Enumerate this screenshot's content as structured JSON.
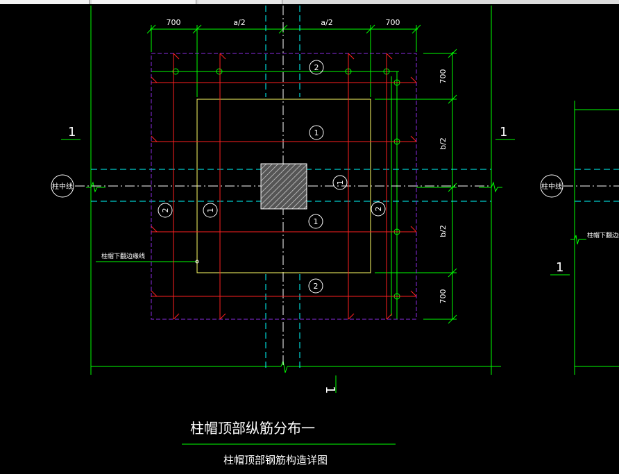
{
  "drawing": {
    "dims_top": [
      "700",
      "a/2",
      "a/2",
      "700"
    ],
    "dims_right": [
      "700",
      "b/2",
      "b/2",
      "700"
    ],
    "section_mark": "1",
    "center_line_label": "柱中线",
    "edge_line_label": "柱帽下翻边缘线",
    "bar_mark_1": "1",
    "bar_mark_2": "2",
    "title_main": "柱帽顶部纵筋分布一",
    "title_sub": "柱帽顶部钢筋构造详图"
  },
  "colors": {
    "background": "#000000",
    "outline": "#00ff00",
    "axis": "#00ffff",
    "rebar": "#ff2020",
    "cap_boundary": "#8a2be2",
    "column_edge": "#ffff66",
    "text": "#ffffff"
  }
}
